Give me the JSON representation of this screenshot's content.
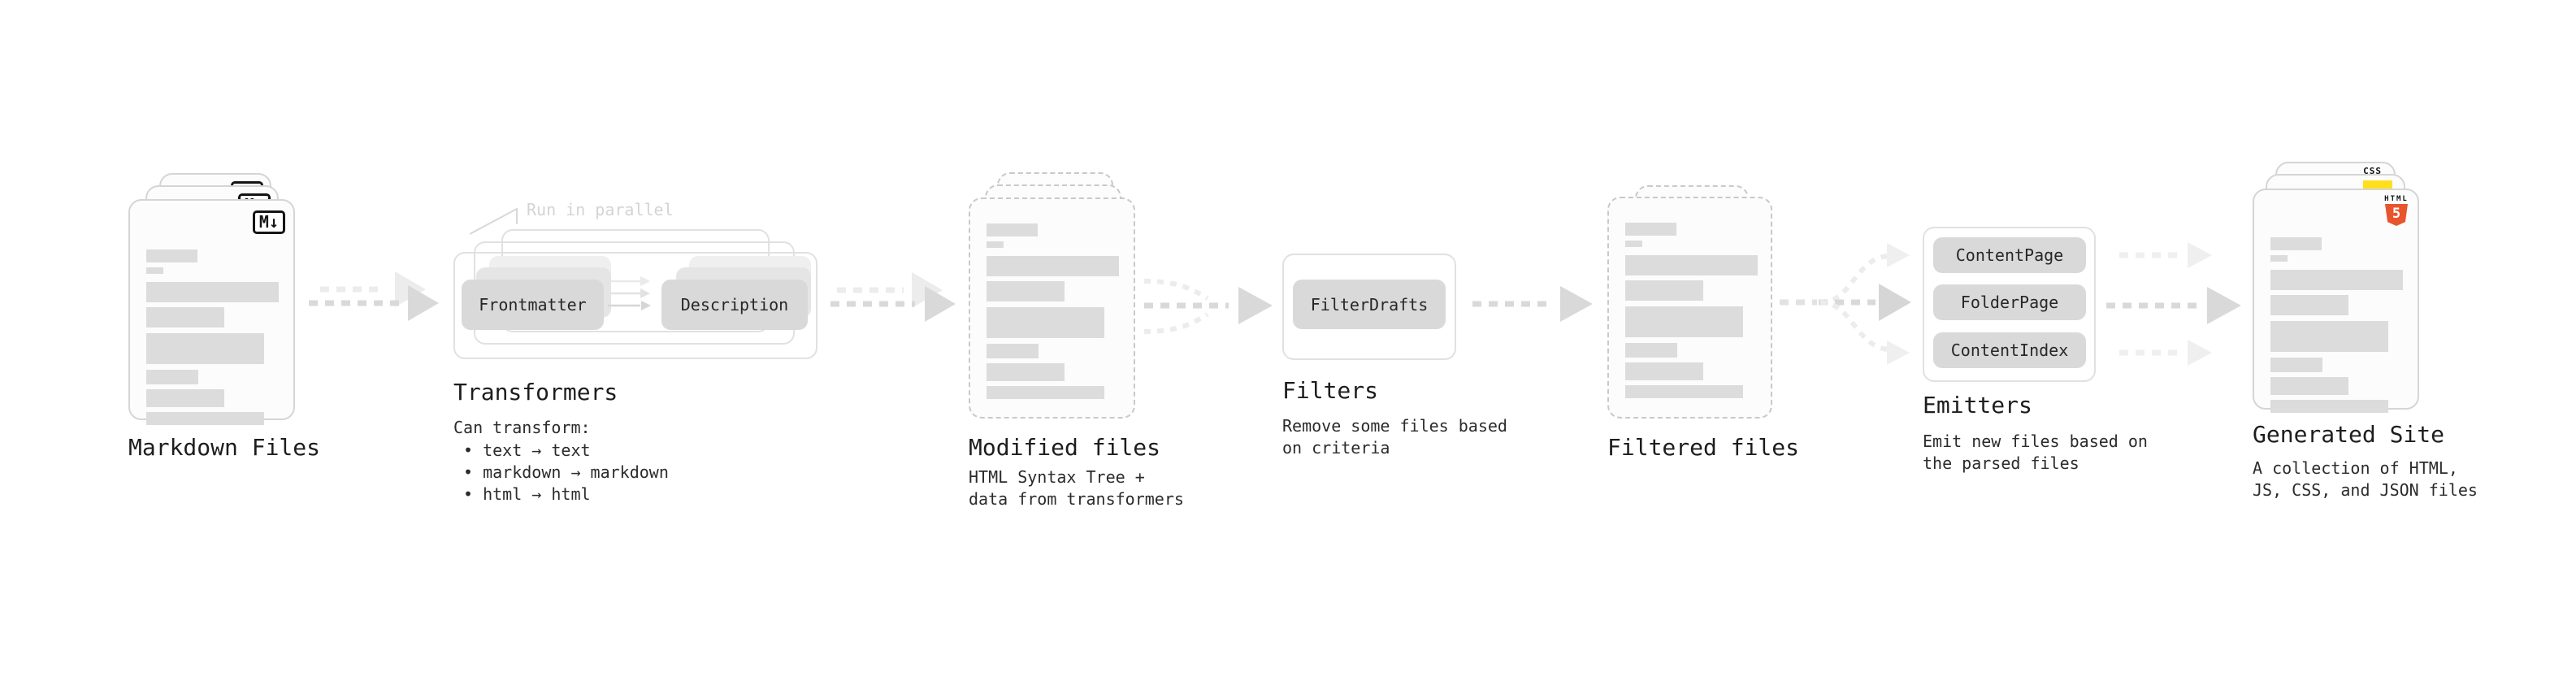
{
  "stages": {
    "markdown_files": {
      "title": "Markdown Files",
      "badge": "M↓"
    },
    "transformers": {
      "title": "Transformers",
      "annotation": "Run in parallel",
      "box_left": "Frontmatter",
      "box_right": "Description",
      "caption": "Can transform:",
      "bullets": [
        "• text → text",
        "• markdown → markdown",
        "• html → html"
      ]
    },
    "modified_files": {
      "title": "Modified files",
      "caption": "HTML Syntax Tree +\ndata from transformers"
    },
    "filters": {
      "title": "Filters",
      "box": "FilterDrafts",
      "caption": "Remove some files based\non criteria"
    },
    "filtered_files": {
      "title": "Filtered files"
    },
    "emitters": {
      "title": "Emitters",
      "boxes": [
        "ContentPage",
        "FolderPage",
        "ContentIndex"
      ],
      "caption": "Emit new files based on\nthe parsed files"
    },
    "generated_site": {
      "title": "Generated Site",
      "caption": "A collection of HTML,\nJS, CSS, and JSON files",
      "badge_css": "CSS",
      "badge_html_label": "HTML",
      "badge_html_number": "5"
    }
  },
  "icons": {
    "markdown_badge": "markdown-icon",
    "css3_badge": "css3-icon",
    "js_badge": "js-icon",
    "html5_badge": "html5-icon"
  },
  "colors": {
    "html5_orange": "#e8542c",
    "js_yellow": "#ffdf1e",
    "css_blue": "#2f6fd8",
    "arrow_dark": "#d9d9d9",
    "arrow_light": "#ececec",
    "placeholder_gray": "#dcdcdc"
  }
}
